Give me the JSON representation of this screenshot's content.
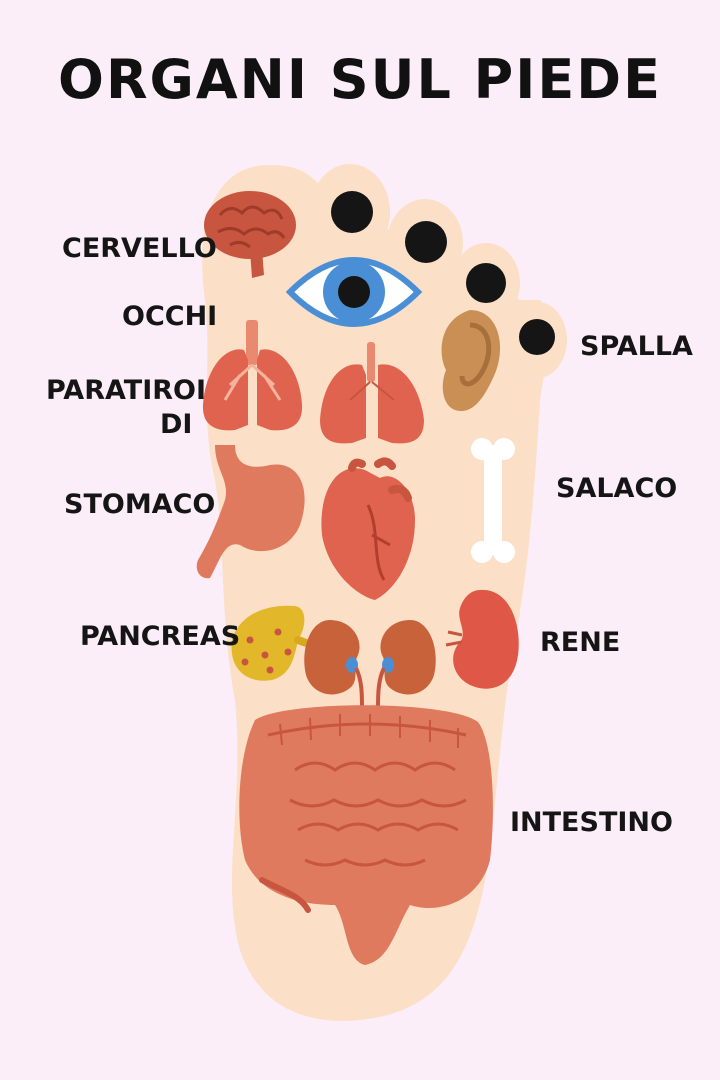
{
  "title": "ORGANI SUL PIEDE",
  "labels": {
    "cervello": "CERVELLO",
    "occhi": "OCCHI",
    "paratiroidi_line1": "PARATIROI",
    "paratiroidi_line2": "DI",
    "stomaco": "STOMACO",
    "pancreas": "PANCREAS",
    "spalla": "SPALLA",
    "salaco": "SALACO",
    "rene": "RENE",
    "intestino": "INTESTINO"
  },
  "colors": {
    "background": "#fbeef8",
    "foot": "#fbdfc6",
    "organ_red": "#e0634f",
    "toe_dot": "#151515",
    "eye_iris": "#4a8fd6"
  }
}
